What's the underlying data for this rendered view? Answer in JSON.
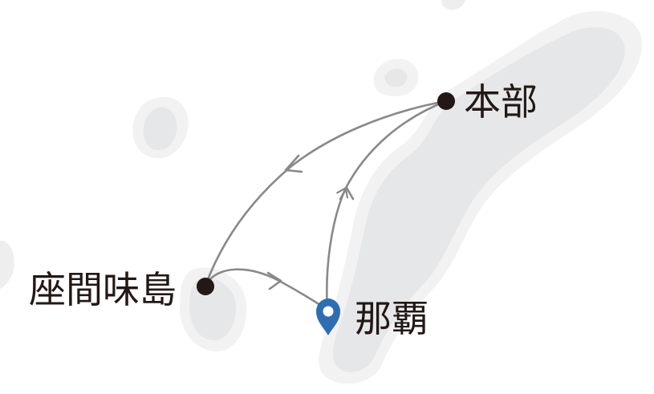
{
  "map": {
    "places": [
      {
        "id": "motobu",
        "name": "本部",
        "marker": "dot"
      },
      {
        "id": "zamami",
        "name": "座間味島",
        "marker": "dot"
      },
      {
        "id": "naha",
        "name": "那覇",
        "marker": "pin"
      }
    ],
    "routes": [
      {
        "from": "naha",
        "to": "motobu"
      },
      {
        "from": "motobu",
        "to": "zamami"
      },
      {
        "from": "zamami",
        "to": "naha"
      }
    ],
    "colors": {
      "land": "#e6e7e8",
      "land_halo": "#f2f2f3",
      "route": "#898989",
      "dot": "#231815",
      "pin": "#2f6db3",
      "label": "#231815"
    },
    "icons": {
      "pin": "map-pin-icon",
      "dot": "location-dot-icon"
    }
  }
}
